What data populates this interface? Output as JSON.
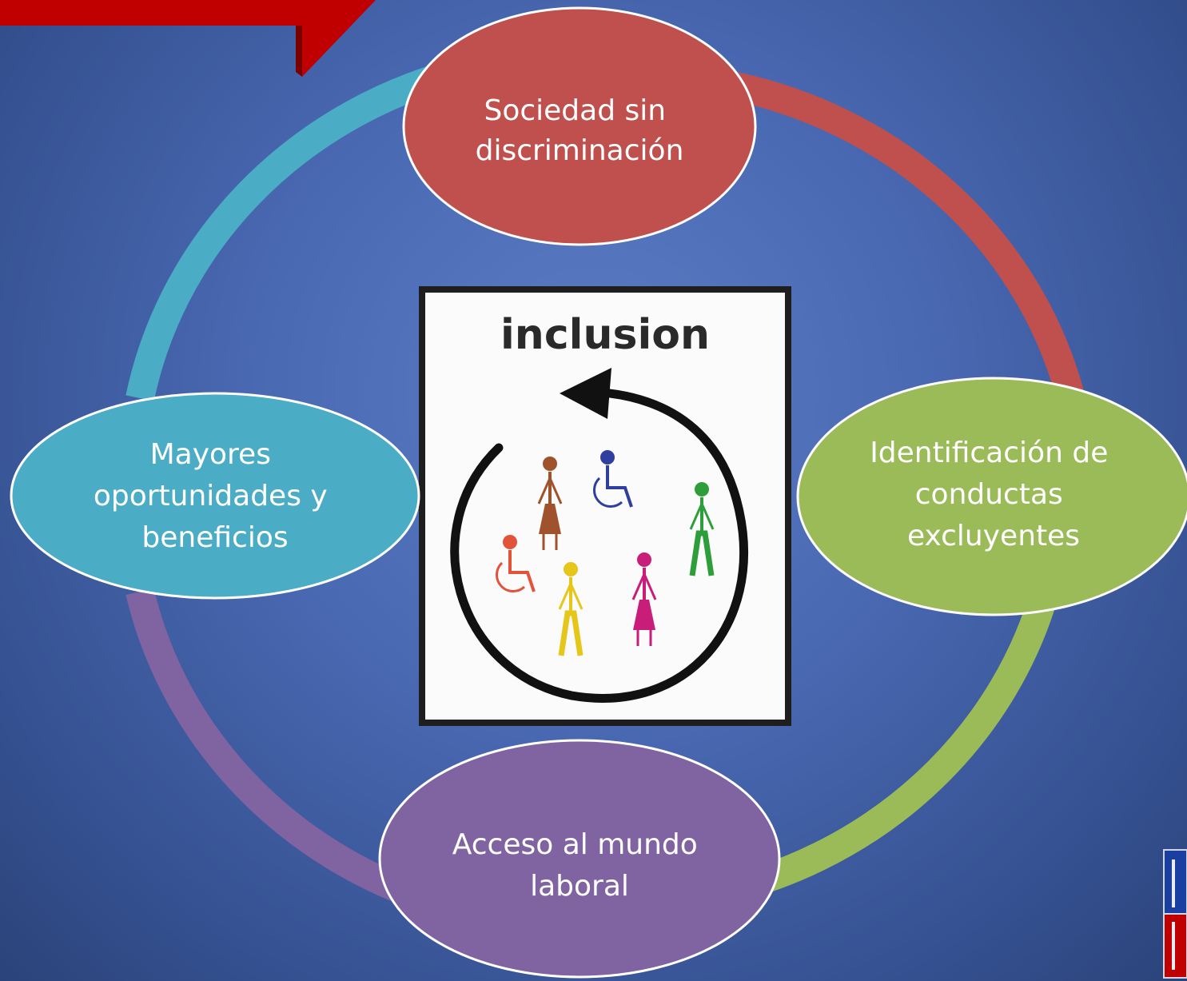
{
  "colors": {
    "background": "#4a69b3",
    "ring_red": "#c0504d",
    "ring_green": "#9bbb59",
    "ring_purple": "#8064a2",
    "ring_teal": "#4bacc6",
    "banner_red": "#c00000"
  },
  "nodes": {
    "top": {
      "lines": [
        "Sociedad sin",
        "discriminación"
      ],
      "color": "#c0504d"
    },
    "right": {
      "lines": [
        "Identificación de",
        "conductas",
        "excluyentes"
      ],
      "color": "#9bbb59"
    },
    "bottom": {
      "lines": [
        "Acceso al  mundo",
        "laboral"
      ],
      "color": "#8064a2"
    },
    "left": {
      "lines": [
        "Mayores",
        "oportunidades y",
        "beneficios"
      ],
      "color": "#4bacc6"
    }
  },
  "center_image": {
    "title": "inclusion",
    "figures": [
      {
        "kind": "standing-dress",
        "color": "#a0522d"
      },
      {
        "kind": "wheelchair",
        "color": "#2f3f9f"
      },
      {
        "kind": "standing",
        "color": "#2e9e3a"
      },
      {
        "kind": "wheelchair",
        "color": "#e2533a"
      },
      {
        "kind": "standing",
        "color": "#e6c619"
      },
      {
        "kind": "standing-dress",
        "color": "#c81e7a"
      }
    ]
  }
}
